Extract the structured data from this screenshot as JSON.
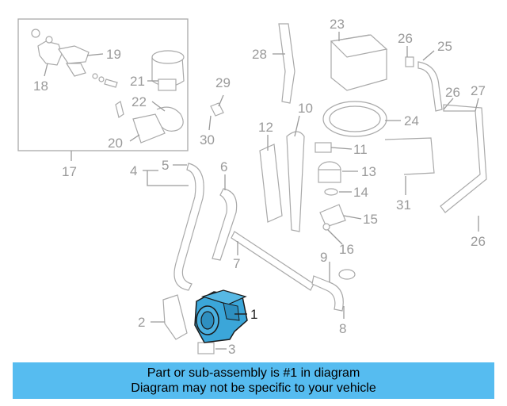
{
  "diagram": {
    "callouts": {
      "c1": "1",
      "c2": "2",
      "c3": "3",
      "c4": "4",
      "c5": "5",
      "c6": "6",
      "c7": "7",
      "c8": "8",
      "c9": "9",
      "c10": "10",
      "c11": "11",
      "c12": "12",
      "c13": "13",
      "c14": "14",
      "c15": "15",
      "c16": "16",
      "c17": "17",
      "c18": "18",
      "c19": "19",
      "c20": "20",
      "c21": "21",
      "c22": "22",
      "c23": "23",
      "c24": "24",
      "c25": "25",
      "c26a": "26",
      "c26b": "26",
      "c26c": "26",
      "c27": "27",
      "c28": "28",
      "c29": "29",
      "c30": "30",
      "c31": "31"
    },
    "highlight_color": "#3BA6D9"
  },
  "banner": {
    "line1": "Part or sub-assembly is #1 in diagram",
    "line2": "Diagram may not be specific to your vehicle",
    "color": "#56BCF0"
  }
}
